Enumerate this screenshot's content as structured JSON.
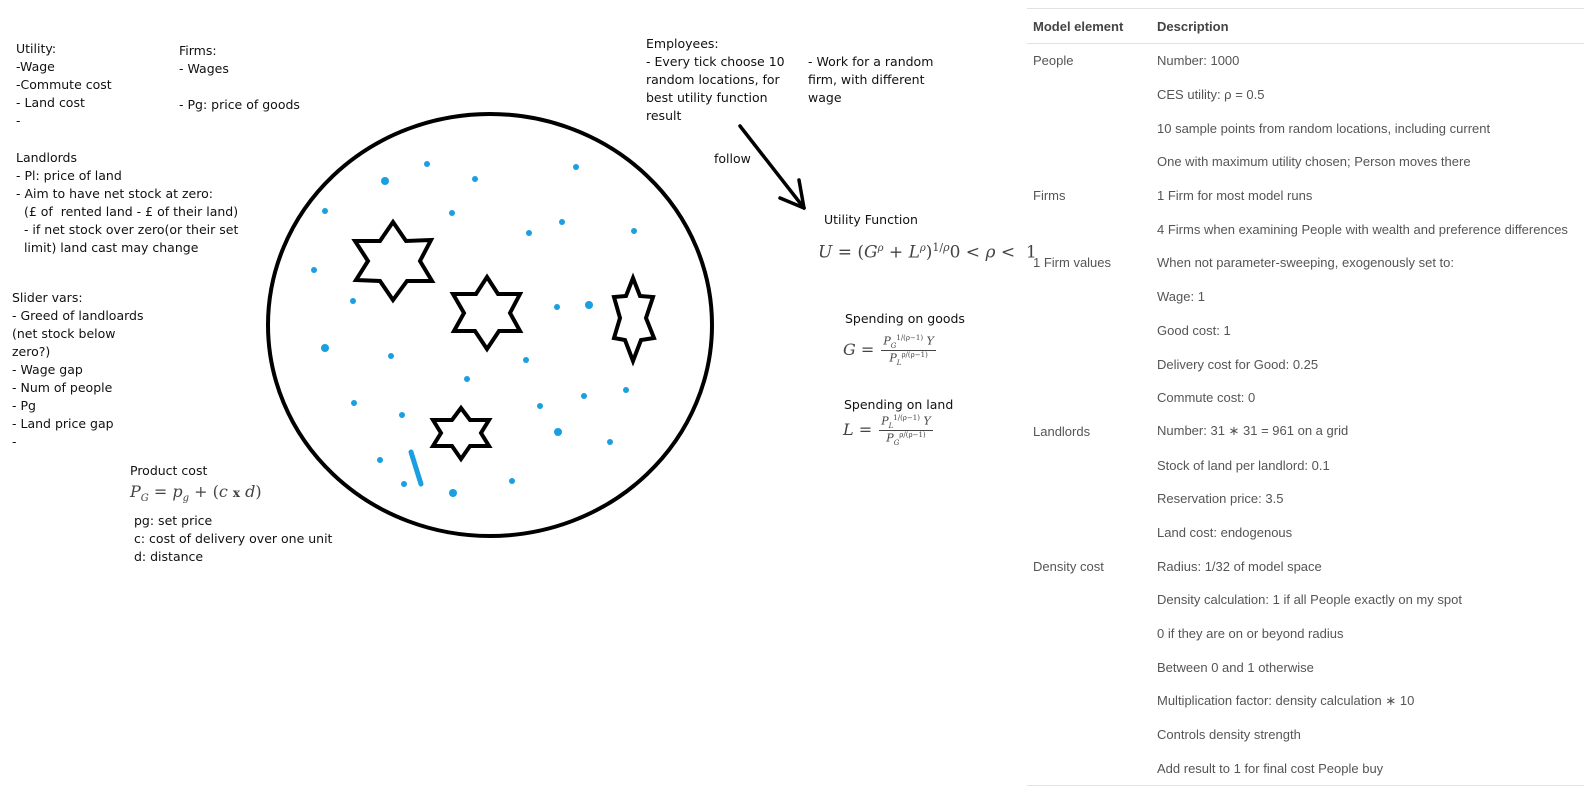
{
  "notes": {
    "utility": "Utility:\n-Wage\n-Commute cost\n- Land cost\n-",
    "firms": "Firms:\n- Wages\n\n- Pg: price of goods",
    "landlords": "Landlords\n- Pl: price of land\n- Aim to have net stock at zero:\n  (£ of  rented land - £ of their land)\n  - if net stock over zero(or their set\n  limit) land cast may change",
    "slider": "Slider vars:\n- Greed of landloards\n(net stock below\nzero?)\n- Wage gap\n- Num of people\n- Pg\n- Land price gap\n-",
    "product_cost_title": "Product cost",
    "product_cost_desc": "pg: set price\nc: cost of delivery over one unit\nd: distance",
    "employees": "Employees:\n- Every tick choose 10\nrandom locations, for\nbest utility function\nresult",
    "work": "- Work for a random\nfirm, with different\nwage",
    "follow": "follow",
    "utility_function_title": "Utility Function",
    "spending_goods_title": "Spending on goods",
    "spending_land_title": "Spending on land"
  },
  "formulas": {
    "utility": "U = (G^ρ + L^ρ)^{1/ρ} 0 < ρ < 1",
    "goods": "G = (P_G^{1/(ρ−1)} Y) / (P_L^{ρ/(ρ−1)})",
    "land": "L = (P_L^{1/(ρ−1)} Y) / (P_G^{ρ/(ρ−1)})",
    "product_cost": "P_G = p_g + (c x d)"
  },
  "table": {
    "headers": [
      "Model element",
      "Description"
    ],
    "rows": [
      {
        "element": "People",
        "description": "Number: 1000"
      },
      {
        "element": "",
        "description": "CES utility: ρ = 0.5"
      },
      {
        "element": "",
        "description": "10 sample points from random locations, including current"
      },
      {
        "element": "",
        "description": "One with maximum utility chosen; Person moves there"
      },
      {
        "element": "Firms",
        "description": "1 Firm for most model runs"
      },
      {
        "element": "",
        "description": "4 Firms when examining People with wealth and preference differences"
      },
      {
        "element": "1 Firm values",
        "description": "When not parameter-sweeping, exogenously set to:"
      },
      {
        "element": "",
        "description": "Wage: 1"
      },
      {
        "element": "",
        "description": "Good cost: 1"
      },
      {
        "element": "",
        "description": "Delivery cost for Good: 0.25"
      },
      {
        "element": "",
        "description": "Commute cost: 0"
      },
      {
        "element": "Landlords",
        "description": "Number: 31 ∗ 31 = 961 on a grid"
      },
      {
        "element": "",
        "description": "Stock of land per landlord: 0.1"
      },
      {
        "element": "",
        "description": "Reservation price: 3.5"
      },
      {
        "element": "",
        "description": "Land cost: endogenous"
      },
      {
        "element": "Density cost",
        "description": "Radius: 1/32 of model space"
      },
      {
        "element": "",
        "description": "Density calculation: 1 if all People exactly on my spot"
      },
      {
        "element": "",
        "description": "0 if they are on or beyond radius"
      },
      {
        "element": "",
        "description": "Between 0 and 1 otherwise"
      },
      {
        "element": "",
        "description": "Multiplication factor: density calculation ∗ 10"
      },
      {
        "element": "",
        "description": "Controls density strength"
      },
      {
        "element": "",
        "description": "Add result to 1 for final cost People buy"
      }
    ]
  },
  "colors": {
    "dot": "#1a9fe0",
    "ink": "#000000",
    "table_text": "#555555",
    "rule": "#e2e2e2"
  }
}
